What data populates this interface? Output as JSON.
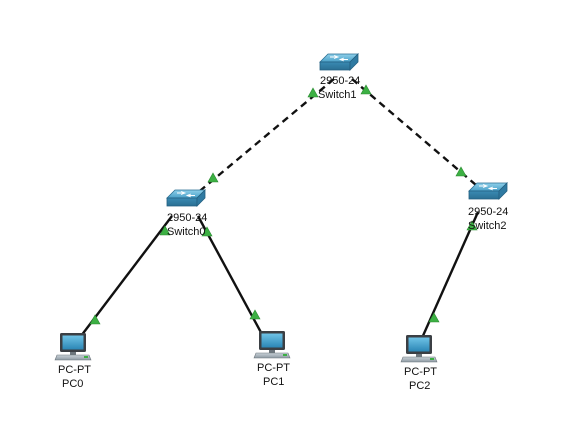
{
  "devices": {
    "switch1": {
      "model": "2950-24",
      "name": "Switch1"
    },
    "switch0": {
      "model": "2950-24",
      "name": "Switch0"
    },
    "switch2": {
      "model": "2950-24",
      "name": "Switch2"
    },
    "pc0": {
      "model": "PC-PT",
      "name": "PC0"
    },
    "pc1": {
      "model": "PC-PT",
      "name": "PC1"
    },
    "pc2": {
      "model": "PC-PT",
      "name": "PC2"
    }
  },
  "links": [
    {
      "from": "Switch1",
      "to": "Switch0",
      "style": "dashed",
      "status": "up"
    },
    {
      "from": "Switch1",
      "to": "Switch2",
      "style": "dashed",
      "status": "up"
    },
    {
      "from": "Switch0",
      "to": "PC0",
      "style": "solid",
      "status": "up"
    },
    {
      "from": "Switch0",
      "to": "PC1",
      "style": "solid",
      "status": "up"
    },
    {
      "from": "Switch2",
      "to": "PC2",
      "style": "solid",
      "status": "up"
    }
  ],
  "colors": {
    "link": "#111111",
    "port_up": "#3cb043",
    "switch_body": "#4aa0c8"
  },
  "icons": {
    "switch": "switch-icon",
    "pc": "pc-icon",
    "port_status": "link-up-triangle-icon"
  }
}
